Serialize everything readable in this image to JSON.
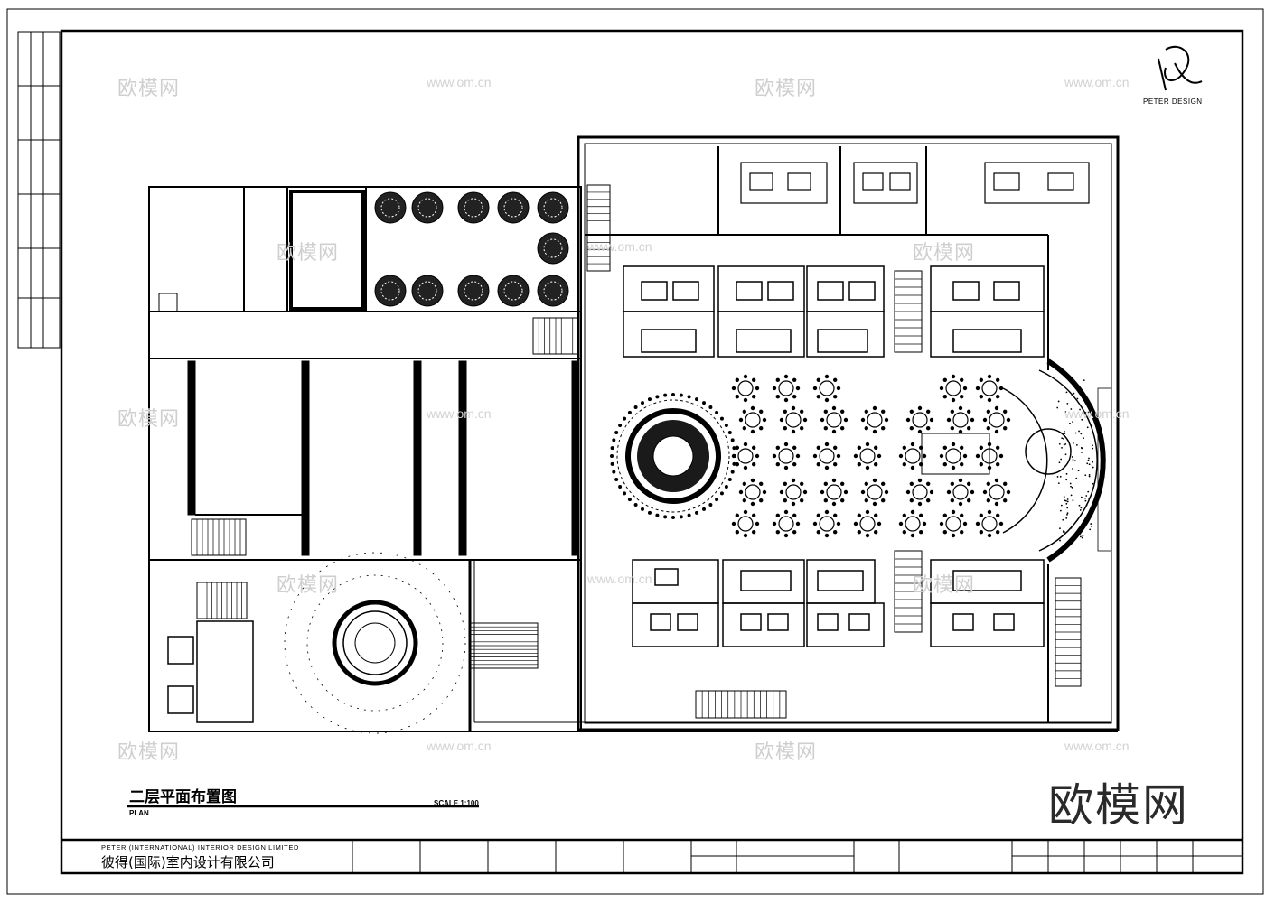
{
  "watermark": {
    "logo_text": "欧模网",
    "url_text": "www.om.cn",
    "big_text": "欧模网"
  },
  "drawing": {
    "title": "二层平面布置图",
    "subtitle": "PLAN",
    "scale": "SCALE 1:100",
    "logo_caption": "PETER DESIGN"
  },
  "company": {
    "name_en": "PETER (INTERNATIONAL) INTERIOR DESIGN LIMITED",
    "name_cn": "彼得(国际)室内设计有限公司"
  }
}
